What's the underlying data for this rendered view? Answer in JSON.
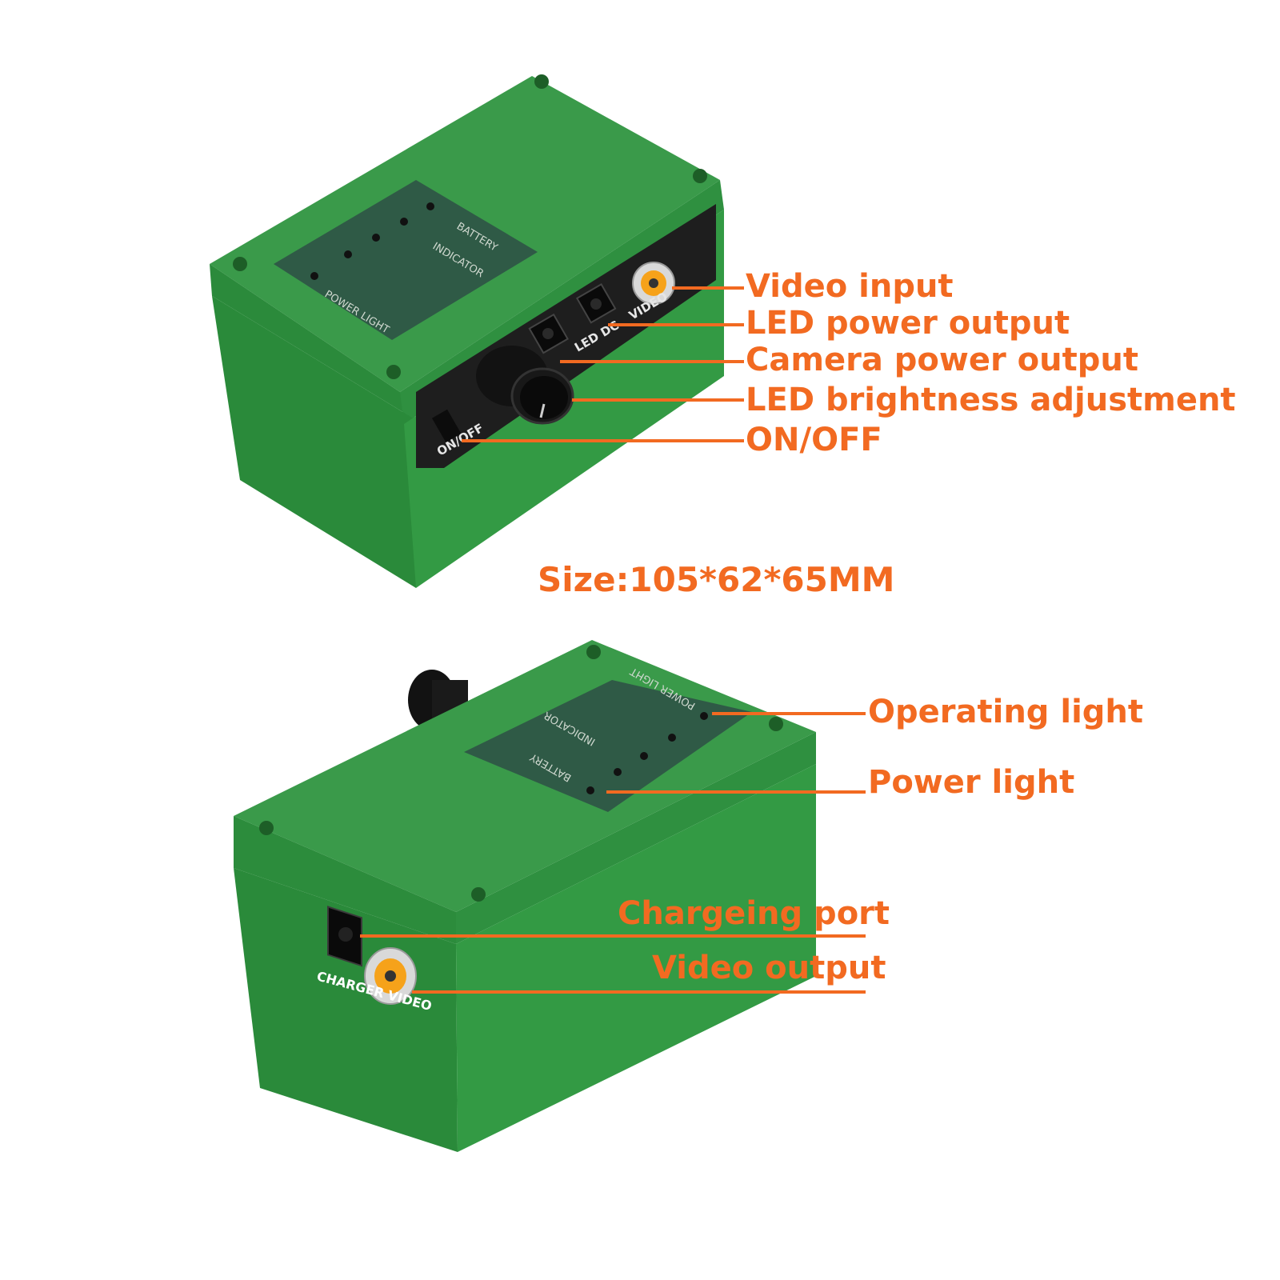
{
  "top_device": {
    "callouts": {
      "video_input": "Video input",
      "led_power_output": "LED power output",
      "camera_power_output": "Camera power output",
      "led_brightness": "LED brightness adjustment",
      "on_off": "ON/OFF"
    },
    "panel_print": {
      "battery": "BATTERY",
      "indicator": "INDICATOR",
      "power_light": "POWER LIGHT",
      "on_off": "ON/OFF",
      "led_dc": "LED DC",
      "video": "VIDEO"
    }
  },
  "size_label": "Size:105*62*65MM",
  "bottom_device": {
    "callouts": {
      "operating_light": "Operating light",
      "power_light": "Power light",
      "charging_port": "Chargeing port",
      "video_output": "Video output"
    },
    "panel_print": {
      "power_light": "POWER LIGHT",
      "indicator": "INDICATOR",
      "battery": "BATTERY",
      "charger_video": "CHARGER VIDEO"
    }
  },
  "colors": {
    "callout": "#f26a21",
    "enclosure": "#2e8b3e",
    "enclosure_dark": "#1f6e2e",
    "panel": "#2f5a46",
    "background": "#ffffff"
  }
}
